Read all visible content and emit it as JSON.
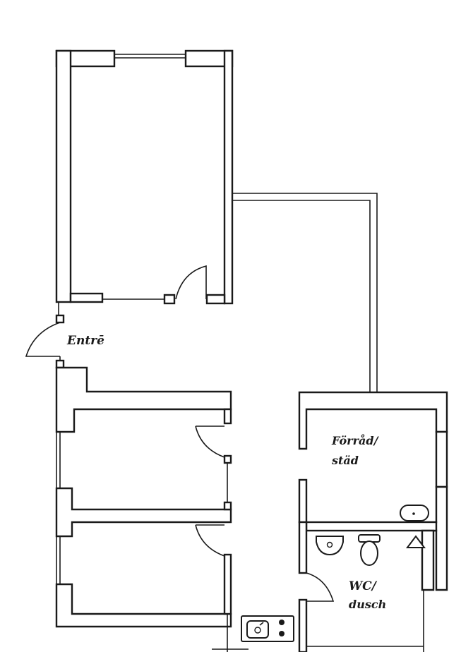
{
  "plan": {
    "rooms": [
      {
        "id": "entrance",
        "label_lines": [
          "Entrē"
        ]
      },
      {
        "id": "storage",
        "label_lines": [
          "Förråd/",
          "städ"
        ]
      },
      {
        "id": "bathroom",
        "label_lines": [
          "WC/",
          "dusch"
        ]
      }
    ],
    "colors": {
      "line": "#1a1a1a",
      "background": "#ffffff"
    },
    "icons": [
      "sink-icon",
      "toilet-icon",
      "shower-icon",
      "stove-icon",
      "basin-icon"
    ]
  }
}
